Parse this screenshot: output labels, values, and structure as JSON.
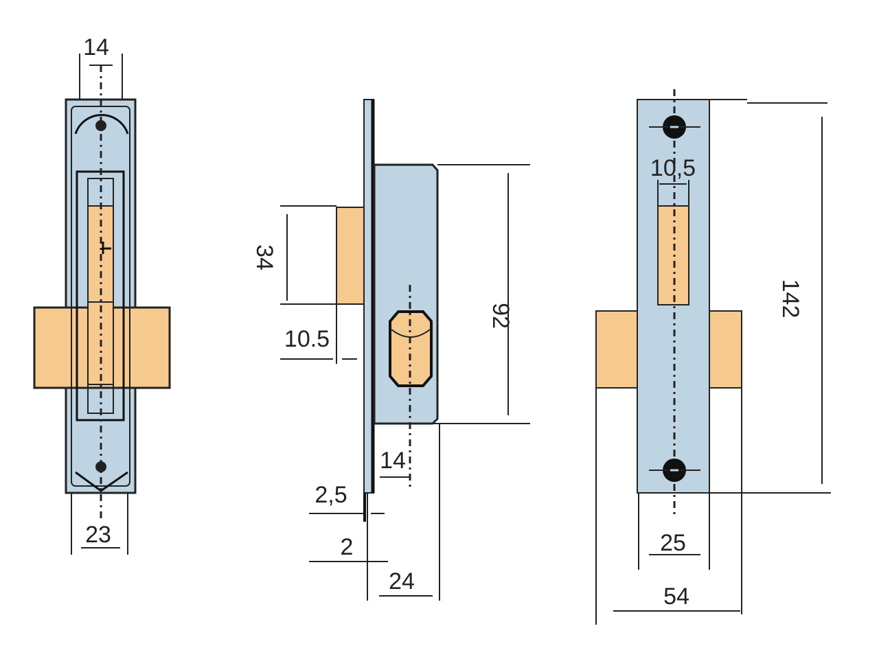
{
  "colors": {
    "plate": "#bfd4e2",
    "bolt": "#f6c98f",
    "line": "#222222"
  },
  "front_view": {
    "dim_top": "14",
    "dim_bottom": "23"
  },
  "side_view": {
    "dim_bolt_height": "34",
    "dim_bolt_offset": "10.5",
    "dim_body_height": "92",
    "dim_backset": "14",
    "dim_faceplate": "2,5",
    "dim_gap": "2",
    "dim_depth": "24"
  },
  "back_view": {
    "dim_slot": "10,5",
    "dim_total_height": "142",
    "dim_plate_width": "25",
    "dim_total_width": "54"
  }
}
